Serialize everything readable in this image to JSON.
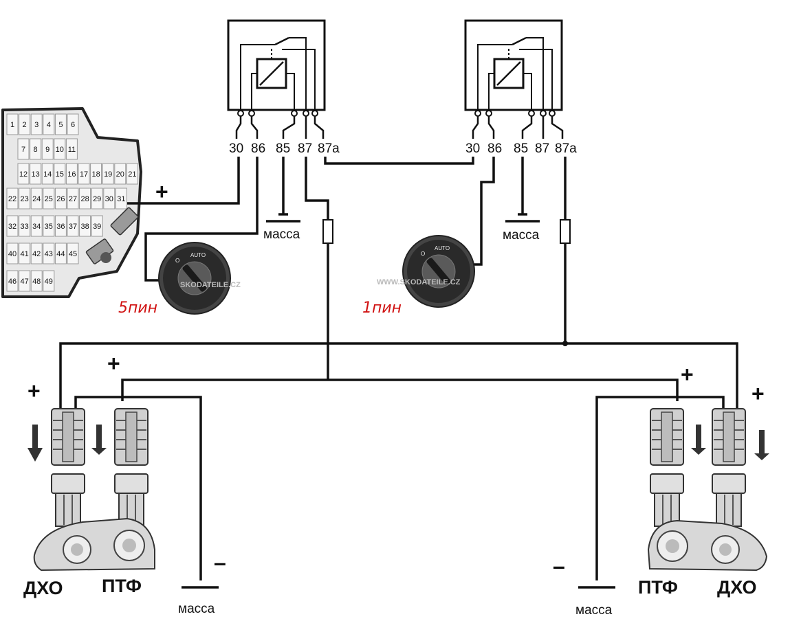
{
  "relays": [
    {
      "pins": [
        "30",
        "86",
        "85",
        "87",
        "87a"
      ]
    },
    {
      "pins": [
        "30",
        "86",
        "85",
        "87",
        "87a"
      ]
    }
  ],
  "fuse_box": {
    "rows": [
      [
        "1",
        "2",
        "3",
        "4",
        "5",
        "6"
      ],
      [
        "7",
        "8",
        "9",
        "10",
        "11"
      ],
      [
        "12",
        "13",
        "14",
        "15",
        "16",
        "17",
        "18",
        "19",
        "20",
        "21"
      ],
      [
        "22",
        "23",
        "24",
        "25",
        "26",
        "27",
        "28",
        "29",
        "30",
        "31"
      ],
      [
        "32",
        "33",
        "34",
        "35",
        "36",
        "37",
        "38",
        "39"
      ],
      [
        "40",
        "41",
        "42",
        "43",
        "44",
        "45"
      ],
      [
        "46",
        "47",
        "48",
        "49"
      ]
    ]
  },
  "switches": [
    {
      "watermark": "SKODATEILE.CZ",
      "label_auto": "AUTO",
      "label_o": "O",
      "pin_note": "5пин"
    },
    {
      "watermark": "WWW.SKODATEILE.CZ",
      "label_auto": "AUTO",
      "label_o": "O",
      "pin_note": "1пин"
    }
  ],
  "symbols": {
    "plus": "+",
    "minus": "–"
  },
  "ground_label": "масса",
  "lamps": {
    "left": [
      "ДХО",
      "ПТФ"
    ],
    "right": [
      "ПТФ",
      "ДХО"
    ]
  }
}
